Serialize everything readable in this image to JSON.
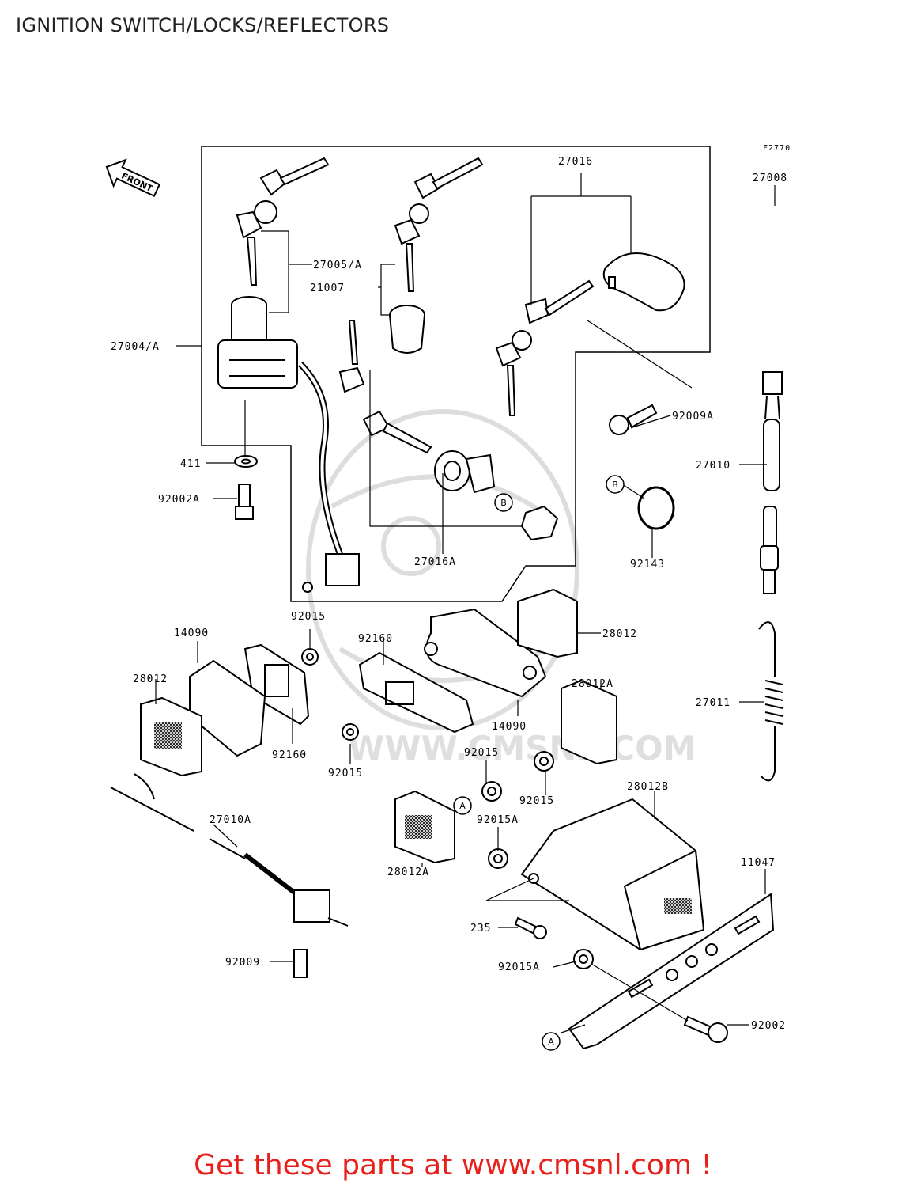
{
  "page": {
    "title": "IGNITION SWITCH/LOCKS/REFLECTORS",
    "cta": "Get these parts at www.cmsnl.com !"
  },
  "diagram": {
    "figure_code": "F2770",
    "front_arrow": "FRONT",
    "watermark": "WWW.CMSNL.COM",
    "part_labels": {
      "p27016": "27016",
      "p27008": "27008",
      "p27005A": "27005/A",
      "p21007": "21007",
      "p27004A": "27004/A",
      "p411": "411",
      "p92002A": "92002A",
      "p92009A": "92009A",
      "p27010": "27010",
      "p27016A": "27016A",
      "p92143": "92143",
      "p92015_a": "92015",
      "p14090_a": "14090",
      "p92160_a": "92160",
      "p28012_a": "28012",
      "p28012_b": "28012",
      "p92160_b": "92160",
      "p92015_b": "92015",
      "p14090_b": "14090",
      "p28012A_a": "28012A",
      "p27011": "27011",
      "p92015_c": "92015",
      "p92015_d": "92015",
      "p27010A": "27010A",
      "p28012B": "28012B",
      "p92015A_a": "92015A",
      "p28012A_b": "28012A",
      "p11047": "11047",
      "p235": "235",
      "p92009": "92009",
      "p92015A_b": "92015A",
      "p92002": "92002"
    },
    "callouts": {
      "a1": "A",
      "a2": "A",
      "b1": "B",
      "b2": "B"
    }
  }
}
